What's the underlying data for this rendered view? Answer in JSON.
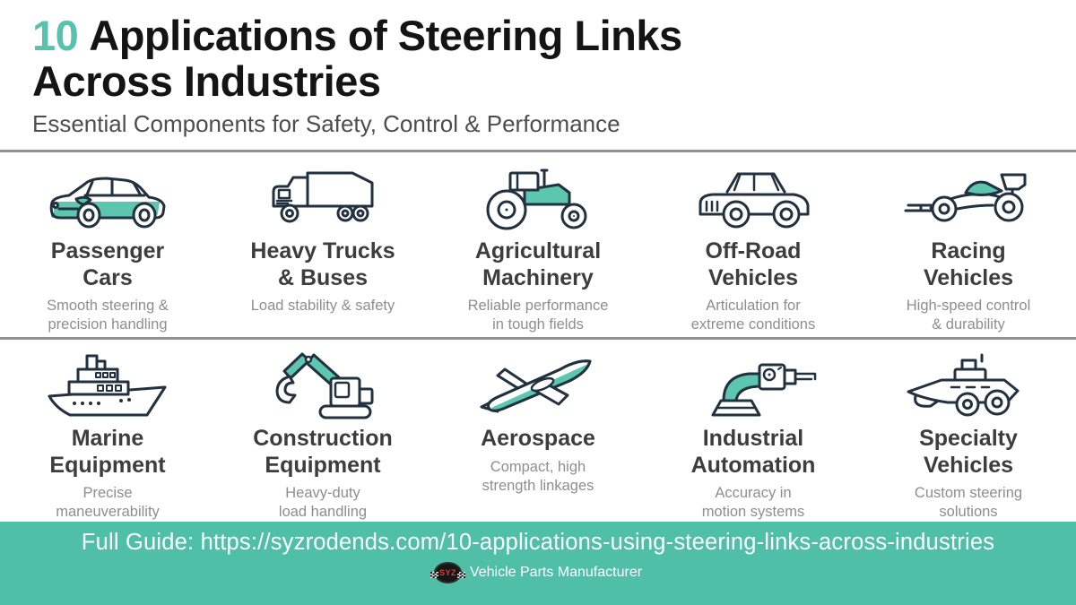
{
  "colors": {
    "accent_teal": "#57c3ac",
    "footer_background": "#4fbfa8",
    "icon_outline": "#22313f",
    "icon_teal_fill": "#5cc6ae",
    "title_color": "#141414",
    "item_title_color": "#3d3d3d",
    "item_desc_color": "#8e8e8e",
    "divider_color": "#919191",
    "logo_red": "#e03c31"
  },
  "header": {
    "number": "10",
    "title_line1": "Applications of Steering Links",
    "title_line2": "Across Industries",
    "subtitle": "Essential Components for Safety, Control & Performance"
  },
  "items": [
    {
      "title": "Passenger\nCars",
      "desc": "Smooth steering &\nprecision handling",
      "icon": "passenger-cars-icon"
    },
    {
      "title": "Heavy Trucks\n& Buses",
      "desc": "Load stability & safety",
      "icon": "heavy-trucks-buses-icon"
    },
    {
      "title": "Agricultural\nMachinery",
      "desc": "Reliable performance\nin tough fields",
      "icon": "agricultural-machinery-icon"
    },
    {
      "title": "Off-Road\nVehicles",
      "desc": "Articulation for\nextreme conditions",
      "icon": "off-road-vehicles-icon"
    },
    {
      "title": "Racing\nVehicles",
      "desc": "High-speed control\n& durability",
      "icon": "racing-vehicles-icon"
    },
    {
      "title": "Marine\nEquipment",
      "desc": "Precise\nmaneuverability",
      "icon": "marine-equipment-icon"
    },
    {
      "title": "Construction\nEquipment",
      "desc": "Heavy-duty\nload handling",
      "icon": "construction-equipment-icon"
    },
    {
      "title": "Aerospace",
      "desc": "Compact, high\nstrength linkages",
      "icon": "aerospace-icon"
    },
    {
      "title": "Industrial\nAutomation",
      "desc": "Accuracy in\nmotion systems",
      "icon": "industrial-automation-icon"
    },
    {
      "title": "Specialty\nVehicles",
      "desc": "Custom steering\nsolutions",
      "icon": "specialty-vehicles-icon"
    }
  ],
  "footer": {
    "guide": "Full Guide: https://syzrodends.com/10-applications-using-steering-links-across-industries",
    "logo": "SYZ",
    "brand": "Vehicle Parts Manufacturer"
  }
}
